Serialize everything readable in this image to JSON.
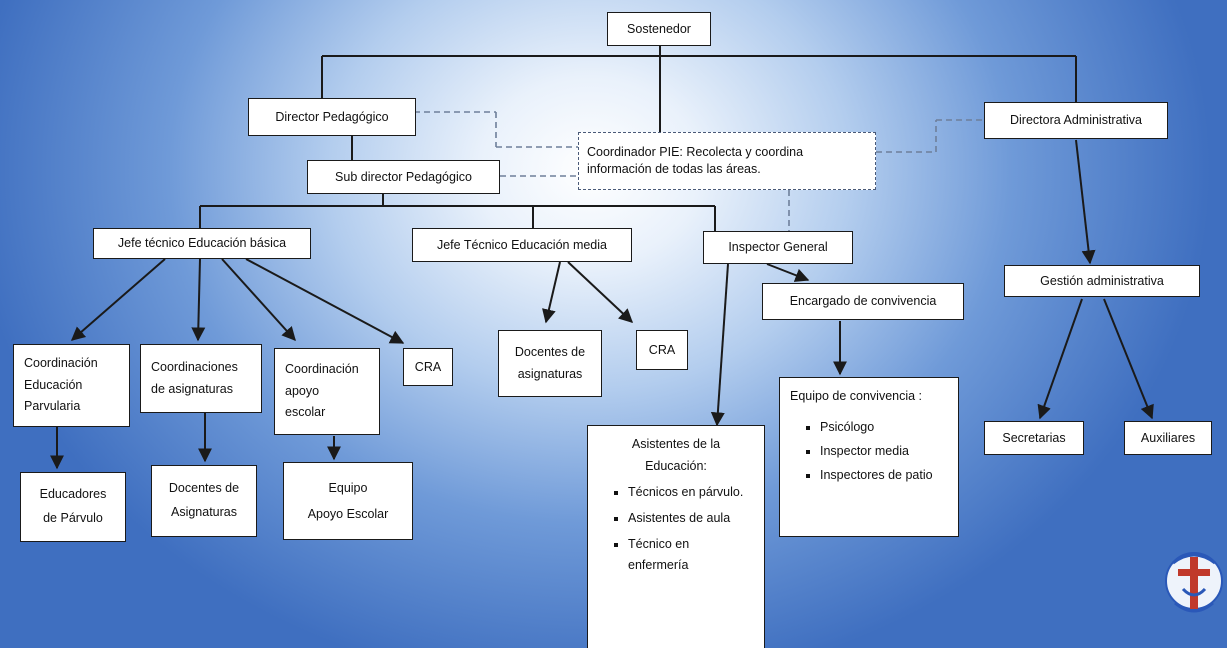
{
  "nodes": {
    "sostenedor": "Sostenedor",
    "director_pedagogico": "Director  Pedagógico",
    "coordinador_pie": "Coordinador PIE: Recolecta y  coordina información de todas las áreas.",
    "directora_administrativa": "Directora Administrativa",
    "subdirector": "Sub director Pedagógico",
    "jefe_basica": "Jefe técnico  Educación básica",
    "jefe_media": "Jefe  Técnico Educación media",
    "inspector_general": "Inspector  General",
    "encargado_convivencia": "Encargado de convivencia",
    "gestion_administrativa": "Gestión administrativa",
    "coord_parvularia": "Coordinación Educación Parvularia",
    "coord_asignaturas": "Coordinaciones de asignaturas",
    "coord_apoyo": "Coordinación apoyo escolar",
    "cra_1": "CRA",
    "docentes_asignaturas_media": "Docentes de asignaturas",
    "cra_2": "CRA",
    "educadores_parvulo": "Educadores de Párvulo",
    "docentes_asignaturas": "Docentes de Asignaturas",
    "equipo_apoyo_title": "Equipo",
    "equipo_apoyo_sub": "Apoyo Escolar",
    "secretarias": "Secretarias",
    "auxiliares": "Auxiliares"
  },
  "asistentes": {
    "title": "Asistentes de la Educación:",
    "items": [
      "Técnicos en párvulo.",
      "Asistentes de aula",
      "Técnico en enfermería"
    ]
  },
  "convivencia": {
    "title": "Equipo de convivencia :",
    "items": [
      "Psicólogo",
      "Inspector media",
      "Inspectores de patio"
    ]
  },
  "colors": {
    "line": "#1a1a1a",
    "dashed_line": "#6e7f9a",
    "background_edge": "#3f6fc0",
    "background_center": "#ffffff"
  },
  "logo": {
    "icon": "school-crest-icon"
  }
}
